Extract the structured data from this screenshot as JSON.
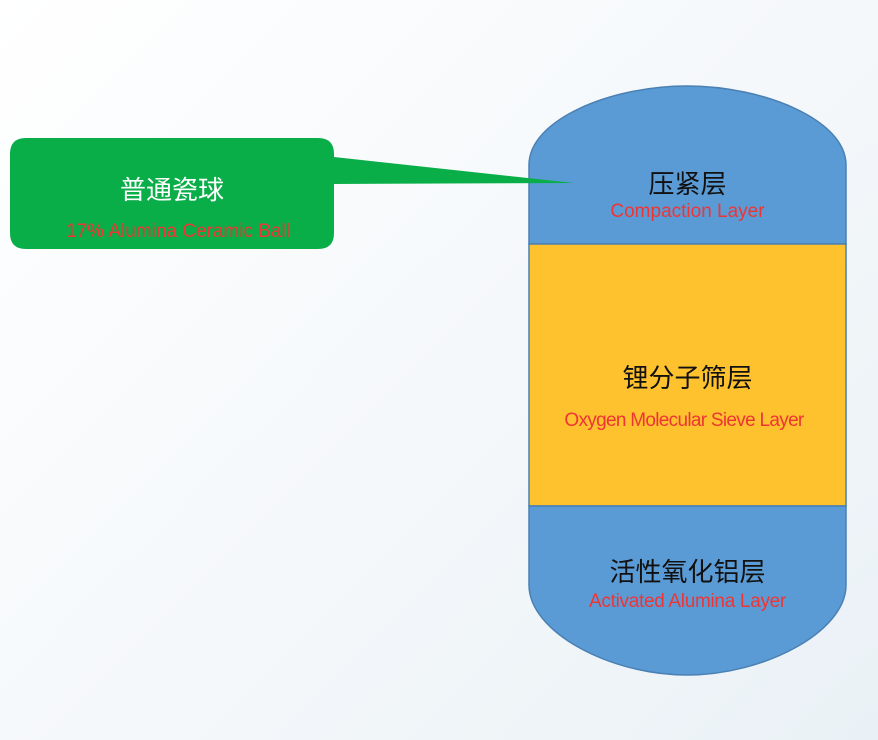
{
  "colors": {
    "vessel_blue": "#5b9bd5",
    "vessel_outline": "#4a80b4",
    "sieve_yellow": "#fec22e",
    "callout_green": "#0aae48",
    "english_label_red": "#ee3535",
    "chinese_label_dark": "#111111",
    "callout_title_white": "#ffffff"
  },
  "callout": {
    "title_zh": "普通瓷球",
    "subtitle_en": "17% Alumina Ceramic Ball"
  },
  "layers": {
    "compaction": {
      "label_zh": "压紧层",
      "label_en": "Compaction Layer"
    },
    "sieve": {
      "label_zh": "锂分子筛层",
      "label_en": "Oxygen Molecular Sieve Layer"
    },
    "alumina": {
      "label_zh": "活性氧化铝层",
      "label_en": "Activated Alumina Layer"
    }
  }
}
